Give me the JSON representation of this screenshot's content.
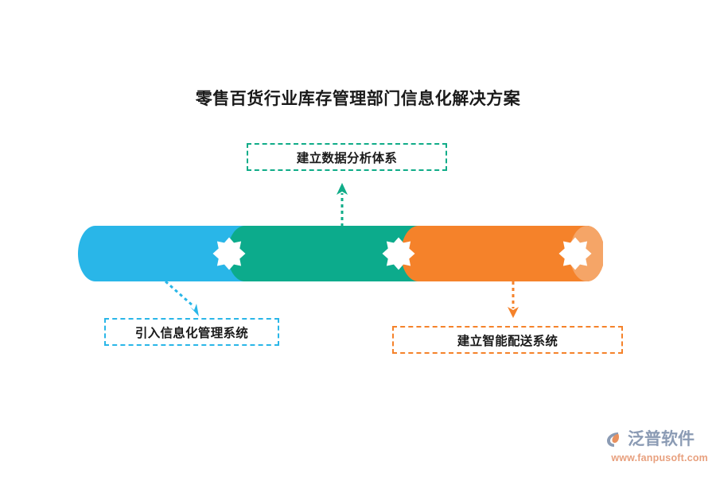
{
  "page": {
    "title": "零售百货行业库存管理部门信息化解决方案",
    "background_color": "#ffffff",
    "title_color": "#1a1a1a"
  },
  "diagram": {
    "type": "segmented-cylinder-callout",
    "cylinder": {
      "segments": [
        {
          "id": "segment-1",
          "color": "#29b6e8",
          "icon": "eight-point-star-icon",
          "callout_id": "callout-left"
        },
        {
          "id": "segment-2",
          "color": "#0cab8c",
          "icon": "eight-point-star-icon",
          "callout_id": "callout-top"
        },
        {
          "id": "segment-3",
          "color": "#f5822a",
          "cap_color": "#f5a567",
          "icon": "eight-point-star-icon",
          "callout_id": "callout-right"
        }
      ]
    },
    "callouts": [
      {
        "id": "callout-top",
        "label": "建立数据分析体系",
        "border_color": "#10ac88",
        "arrow_direction": "up"
      },
      {
        "id": "callout-left",
        "label": "引入信息化管理系统",
        "border_color": "#29b6e8",
        "arrow_direction": "down-right"
      },
      {
        "id": "callout-right",
        "label": "建立智能配送系统",
        "border_color": "#f5822a",
        "arrow_direction": "down"
      }
    ]
  },
  "logo": {
    "mark": "fanpu-swoosh-icon",
    "name": "泛普软件",
    "url": "www.fanpusoft.com",
    "name_color": "#8b9bb4",
    "url_color": "#e8a07e"
  }
}
